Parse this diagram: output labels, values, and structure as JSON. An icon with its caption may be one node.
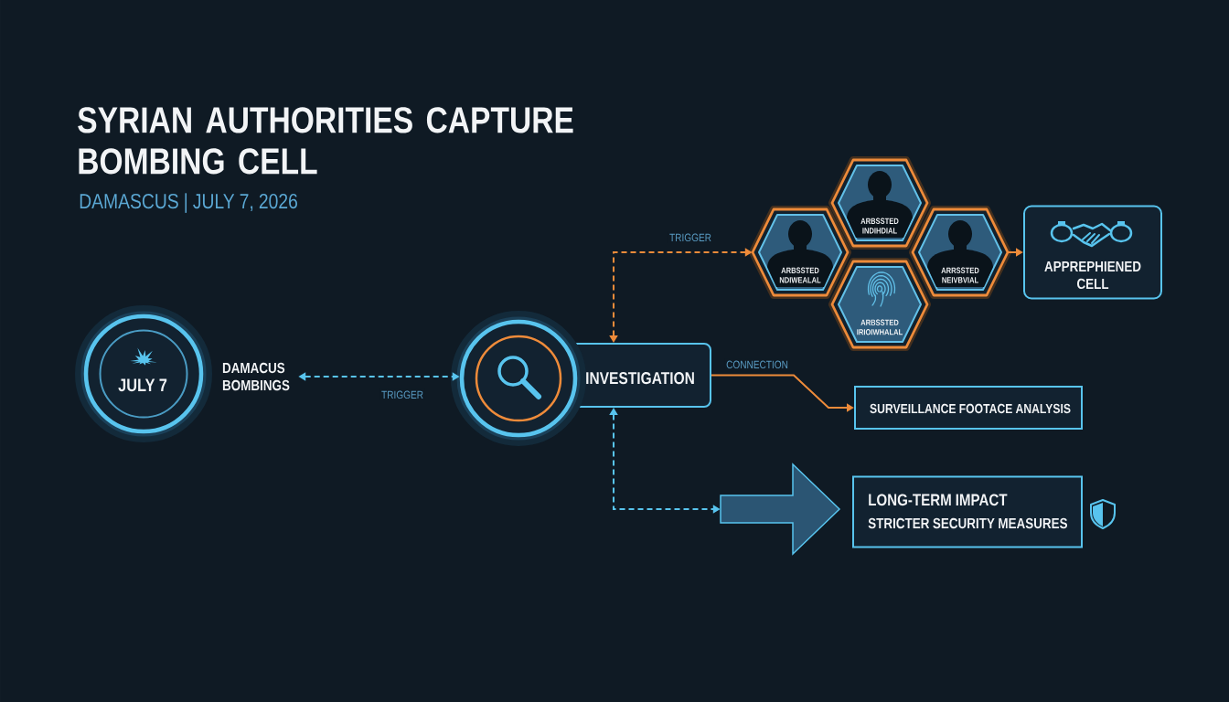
{
  "diagram": {
    "title": "SYRIAN AUTHORITIES CAPTURE BOMBING CELL",
    "nodes": [
      {
        "text": [
          "JULY 7"
        ]
      },
      {
        "text": [
          "DAMACUS BOMBINGS"
        ]
      },
      {
        "text": [],
        "shape": "circle"
      },
      {
        "text": [
          "INVESTIGATION"
        ]
      },
      {
        "text": [
          "ARBSSTED INDIHDIAL"
        ]
      },
      {
        "text": [
          "ARBSSTED NDIWEALAL"
        ]
      },
      {
        "text": [
          "ARRSSTED NEIVBVIAL"
        ]
      },
      {
        "text": [
          "ARBSSTED IRIOIWHALAL"
        ]
      },
      {
        "text": [
          "APPREPHIENED CELL"
        ]
      },
      {
        "text": [
          "SURVEILLANCE FOOTACE ANALYSIS"
        ]
      },
      {
        "text": [],
        "shape": "arrow"
      },
      {
        "text": [
          "LONG-TERM IMPACT",
          "STRICTER SECURITY MEASURES"
        ]
      }
    ],
    "edges": [
      {
        "from": 1,
        "to": 2,
        "arrow": "both",
        "style": "dashed",
        "color": "#58c4ee",
        "label": "TRIGGER"
      },
      {
        "from": 3,
        "to": 5,
        "arrow": "both",
        "style": "dashed",
        "label": "TRIGGER"
      },
      {
        "from": 3,
        "to": 9,
        "arrow": "to",
        "label": "CONNECTION"
      },
      {
        "from": 3,
        "to": 10,
        "arrow": "both",
        "style": "dashed",
        "color": "#58c4ee"
      },
      {
        "from": 6,
        "to": 8,
        "arrow": "to"
      }
    ],
    "labels": [
      "DAMASCUS | JULY 7, 2026"
    ]
  }
}
